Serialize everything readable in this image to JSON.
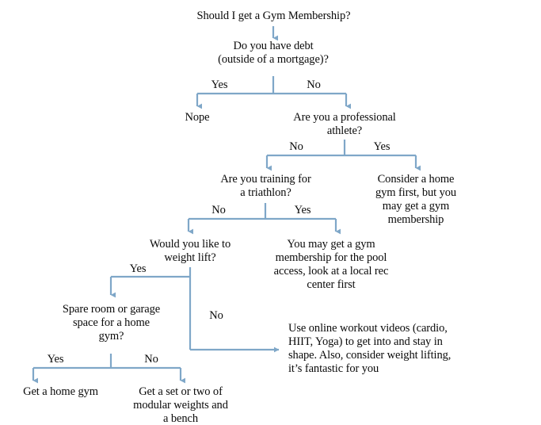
{
  "diagram": {
    "title": "Should I get a Gym Membership?",
    "background_color": "#ffffff",
    "text_color": "#0a0a0a",
    "connector_color": "#7fa7c8",
    "type": "decision-flowchart"
  },
  "nodes": {
    "root": "Should I get a Gym Membership?",
    "debt": "Do you have debt\n(outside of a mortgage)?",
    "nope": "Nope",
    "pro_athlete": "Are you a professional\nathlete?",
    "triathlon": "Are you training for\na triathlon?",
    "consider_home_gym": "Consider a home\ngym first, but you\nmay get a gym\nmembership",
    "weight_lift": "Would you like to\nweight lift?",
    "pool_access": "You may get a gym\nmembership for the pool\naccess, look at a local rec\ncenter first",
    "spare_room": "Spare room or garage\nspace for a home\ngym?",
    "online_videos": "Use online workout videos (cardio,\nHIIT, Yoga) to get into and stay in\nshape. Also, consider weight lifting,\nit’s fantastic for you",
    "home_gym": "Get a home gym",
    "modular_weights": "Get a set or two of\nmodular weights and\na bench"
  },
  "edge_labels": {
    "debt_yes": "Yes",
    "debt_no": "No",
    "athlete_no": "No",
    "athlete_yes": "Yes",
    "triathlon_no": "No",
    "triathlon_yes": "Yes",
    "lift_yes": "Yes",
    "lift_no": "No",
    "spare_yes": "Yes",
    "spare_no": "No"
  },
  "edges": [
    {
      "name": "root-to-debt",
      "from": "root",
      "to": "debt",
      "label": ""
    },
    {
      "name": "debt-yes-to-nope",
      "from": "debt",
      "to": "nope",
      "label": "Yes"
    },
    {
      "name": "debt-no-to-pro-athlete",
      "from": "debt",
      "to": "pro_athlete",
      "label": "No"
    },
    {
      "name": "athlete-no-to-triathlon",
      "from": "pro_athlete",
      "to": "triathlon",
      "label": "No"
    },
    {
      "name": "athlete-yes-to-consider-home-gym",
      "from": "pro_athlete",
      "to": "consider_home_gym",
      "label": "Yes"
    },
    {
      "name": "triathlon-no-to-weight-lift",
      "from": "triathlon",
      "to": "weight_lift",
      "label": "No"
    },
    {
      "name": "triathlon-yes-to-pool-access",
      "from": "triathlon",
      "to": "pool_access",
      "label": "Yes"
    },
    {
      "name": "lift-yes-to-spare-room",
      "from": "weight_lift",
      "to": "spare_room",
      "label": "Yes"
    },
    {
      "name": "lift-no-to-online-videos",
      "from": "weight_lift",
      "to": "online_videos",
      "label": "No"
    },
    {
      "name": "spare-yes-to-home-gym",
      "from": "spare_room",
      "to": "home_gym",
      "label": "Yes"
    },
    {
      "name": "spare-no-to-modular-weights",
      "from": "spare_room",
      "to": "modular_weights",
      "label": "No"
    }
  ]
}
